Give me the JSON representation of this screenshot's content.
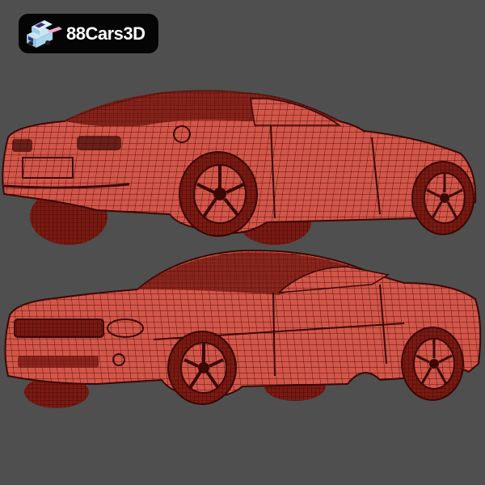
{
  "logo": {
    "text": "88Cars3D",
    "icon": "isometric-van-icon"
  },
  "background_color": "#4f4f4f",
  "renders": [
    {
      "view": "rear-three-quarter",
      "style": "wireframe",
      "color": "#d2574a"
    },
    {
      "view": "front-three-quarter",
      "style": "wireframe",
      "color": "#d2574a"
    }
  ],
  "colors": {
    "mesh_fill": "#d2574a",
    "mesh_line": "#5a0e0a",
    "dark": "#3a0805",
    "logo_bg": "#050505",
    "logo_text": "#ffffff"
  }
}
